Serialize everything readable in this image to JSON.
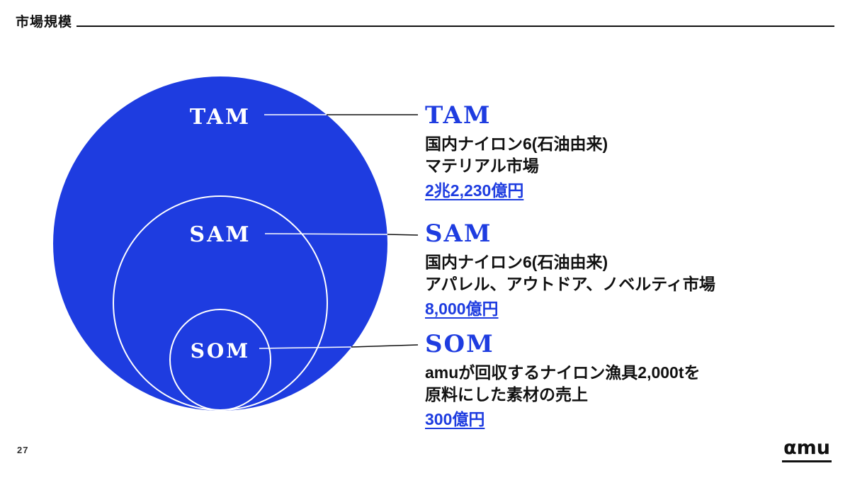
{
  "page": {
    "title": "市場規模",
    "page_number": "27",
    "logo_text": "αmu"
  },
  "colors": {
    "accent": "#1E3CE0",
    "ink": "#111111",
    "circle_fill": "#1E3CE0"
  },
  "diagram": {
    "type": "nested-circles",
    "tam_label": "TAM",
    "sam_label": "SAM",
    "som_label": "SOM"
  },
  "sections": [
    {
      "id": "tam",
      "heading": "TAM",
      "lines": [
        "国内ナイロン6(石油由来)",
        "マテリアル市場"
      ],
      "value": "2兆2,230億円"
    },
    {
      "id": "sam",
      "heading": "SAM",
      "lines": [
        "国内ナイロン6(石油由来)",
        "アパレル、アウトドア、ノベルティ市場"
      ],
      "value": "8,000億円"
    },
    {
      "id": "som",
      "heading": "SOM",
      "lines": [
        "amuが回収するナイロン漁具2,000tを",
        "原料にした素材の売上"
      ],
      "value": "300億円"
    }
  ]
}
